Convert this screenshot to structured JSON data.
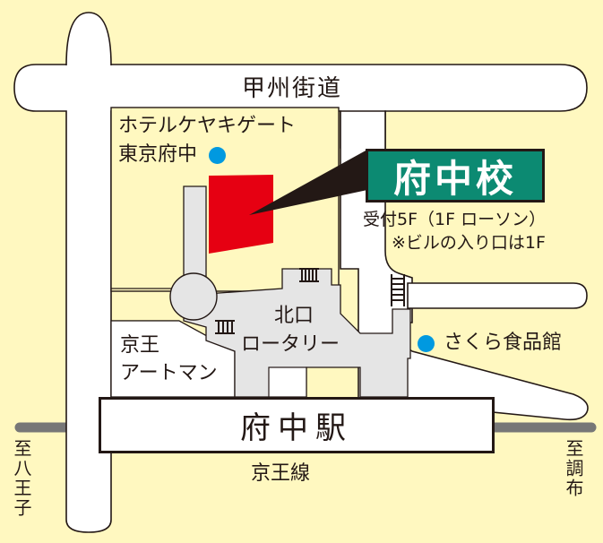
{
  "map": {
    "background_color": "#fff8c0",
    "road_color": "#ffffff",
    "plaza_color": "#e5e5e5",
    "rail_color": "#777777",
    "outline_color": "#231815"
  },
  "roads": {
    "main_road": "甲州街道"
  },
  "school": {
    "name": "府中校",
    "badge_color": "#0c8a72",
    "building_color": "#e60012",
    "reception": "受付5F（1F ローソン）",
    "note": "※ビルの入り口は1F"
  },
  "landmarks": {
    "hotel_line1": "ホテルケヤキゲート",
    "hotel_line2": "東京府中",
    "sakura": "さくら食品館",
    "keio_artman_line1": "京王",
    "keio_artman_line2": "アートマン",
    "rotary_line1": "北口",
    "rotary_line2": "ロータリー",
    "marker_color": "#0099e0"
  },
  "station": {
    "name": "府中駅",
    "line": "京王線"
  },
  "directions": {
    "west": "至八王子",
    "east": "至調布"
  }
}
